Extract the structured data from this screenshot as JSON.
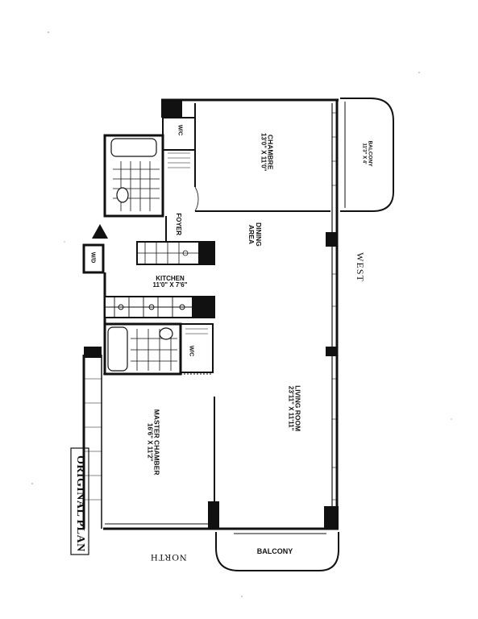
{
  "rooms": {
    "chambre": {
      "name": "CHAMBRE",
      "dim": "13'0\" X 11'0\""
    },
    "dining": {
      "name": "DINING",
      "sub": "AREA"
    },
    "foyer": {
      "name": "FOYER"
    },
    "kitchen": {
      "name": "KITCHEN",
      "dim": "11'0\" X 7'6\""
    },
    "living": {
      "name": "LIVING ROOM",
      "dim": "23'11\" X 11'11\""
    },
    "master": {
      "name": "MASTER CHAMBER",
      "dim": "16'6\" X 11'2\""
    },
    "balcony_top": {
      "name": "BALCONY",
      "dim": "11'3\" X 4'"
    },
    "balcony_bottom": {
      "name": "BALCONY"
    }
  },
  "tags": {
    "wic_top": "W/C",
    "wic_bottom": "W/C",
    "wd": "W/D"
  },
  "compass": {
    "west": "WEST",
    "north": "NORTH"
  },
  "plan_label": "ORIGINAL PLAN"
}
